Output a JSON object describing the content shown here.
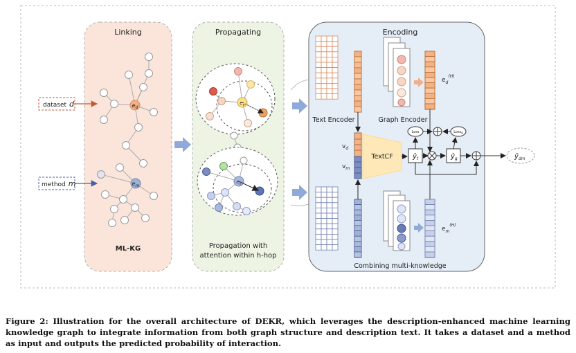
{
  "panels": {
    "linking": "Linking",
    "propagating": "Propagating",
    "encoding": "Encoding"
  },
  "inputs": {
    "dataset_label": "dataset",
    "dataset_var": "d",
    "method_label": "method",
    "method_var": "m"
  },
  "graph": {
    "ed_label": "e",
    "ed_sub": "d",
    "em_label": "e",
    "em_sub": "m",
    "ev_label": "e",
    "ev_sub": "v",
    "mlkg": "ML-KG"
  },
  "propagation": {
    "caption_line1": "Propagation with",
    "caption_line2": "attention within h-hop"
  },
  "encoding": {
    "text_encoder": "Text  Encoder",
    "graph_encoder": "Graph Encoder",
    "combining": "Combining multi-knowledge",
    "textcf": "TextCF",
    "vd": "v",
    "vd_sub": "d",
    "vm": "v",
    "vm_sub": "m",
    "ed_out": "e",
    "ed_out_sub": "d",
    "ed_out_sup": "(H)",
    "em_out": "e",
    "em_out_sub": "m",
    "em_out_sup": "(H)",
    "yt": "ŷ",
    "yt_sub": "t",
    "yg": "ŷ",
    "yg_sub": "g",
    "ydm": "ŷ",
    "ydm_sub": "dm",
    "loss_left": "Loss",
    "loss_right": "Loss",
    "loss_right_sub": "g"
  },
  "caption": "Figure 2: Illustration for the overall architecture of DEKR, which leverages the description-enhanced machine learning knowledge graph to integrate information from both graph structure and description text. It takes a dataset and a method as input and outputs the predicted probability of interaction.",
  "colors": {
    "linking_fill": "#fbe5da",
    "propagating_fill": "#eef4e4",
    "encoding_fill": "#e5edf7",
    "orange": "#f4b183",
    "blue": "#9fb2d6",
    "arrow_blue": "#8fa9d8"
  }
}
